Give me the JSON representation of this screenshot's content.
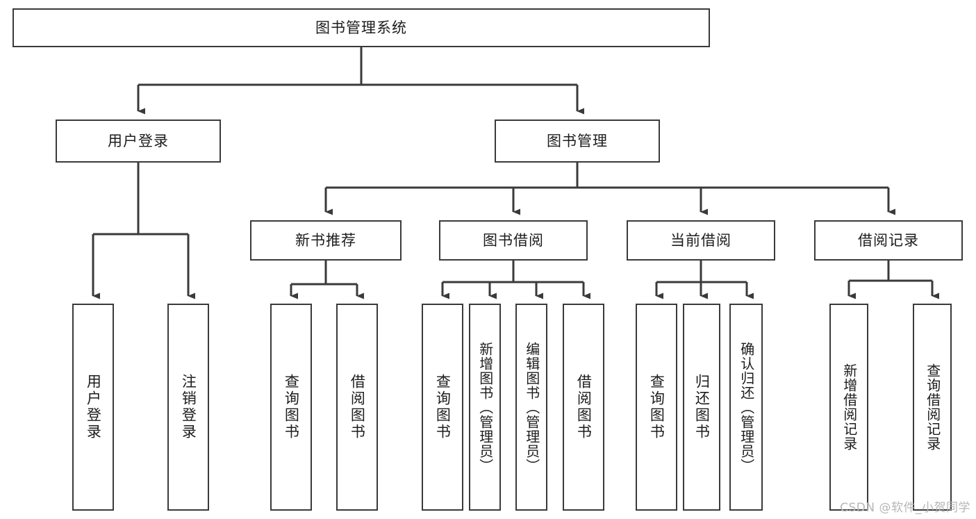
{
  "diagram": {
    "title": "图书管理系统",
    "type": "tree-hierarchy",
    "background_color": "#ffffff",
    "line_color": "#3a3a3a",
    "text_color": "#1c1c1c",
    "root": {
      "label": "图书管理系统"
    },
    "level2": [
      {
        "label": "用户登录"
      },
      {
        "label": "图书管理"
      }
    ],
    "level3": [
      {
        "label": "新书推荐"
      },
      {
        "label": "图书借阅"
      },
      {
        "label": "当前借阅"
      },
      {
        "label": "借阅记录"
      }
    ],
    "leaves": {
      "user_login": [
        {
          "label": "用户登录"
        },
        {
          "label": "注销登录"
        }
      ],
      "new_book_recommend": [
        {
          "label": "查询图书"
        },
        {
          "label": "借阅图书"
        }
      ],
      "book_borrow": [
        {
          "label": "查询图书"
        },
        {
          "label": "新增图书（管理员）"
        },
        {
          "label": "编辑图书（管理员）"
        },
        {
          "label": "借阅图书"
        }
      ],
      "current_borrow": [
        {
          "label": "查询图书"
        },
        {
          "label": "归还图书"
        },
        {
          "label": "确认归还（管理员）"
        }
      ],
      "borrow_records": [
        {
          "label": "新增借阅记录"
        },
        {
          "label": "查询借阅记录"
        }
      ]
    }
  },
  "watermark": {
    "text": "CSDN @软件_小贺同学"
  }
}
